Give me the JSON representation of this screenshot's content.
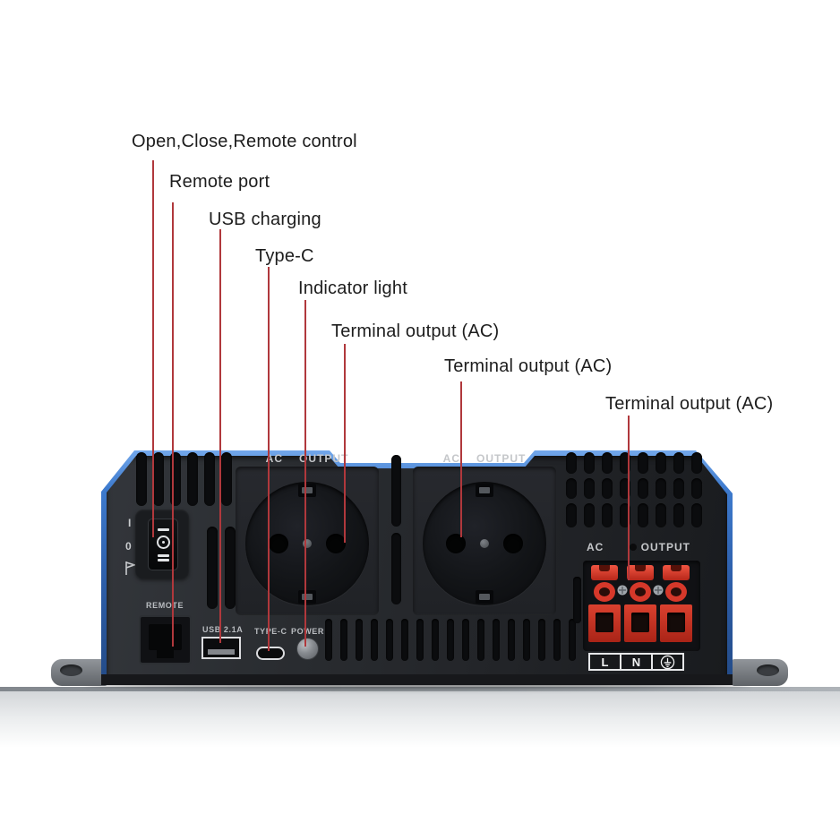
{
  "callouts": [
    {
      "label": "Open,Close,Remote control"
    },
    {
      "label": "Remote port"
    },
    {
      "label": "USB charging"
    },
    {
      "label": "Type-C"
    },
    {
      "label": "Indicator light"
    },
    {
      "label": "Terminal output (AC)"
    },
    {
      "label": "Terminal output (AC)"
    },
    {
      "label": "Terminal output (AC)"
    }
  ],
  "device": {
    "ac_label": "AC",
    "output_label": "OUTPUT",
    "remote_port_label": "REMOTE",
    "usb_port_label": "USB 2.1A",
    "typec_port_label": "TYPE-C",
    "power_led_label": "POWER",
    "switch_marks": {
      "on": "I",
      "off": "0"
    },
    "terminal_pins": {
      "live": "L",
      "neutral": "N"
    }
  },
  "colors": {
    "accent_blue": "#3e7bce",
    "annotation_red": "#b0383c",
    "terminal_red": "#cf3322"
  }
}
